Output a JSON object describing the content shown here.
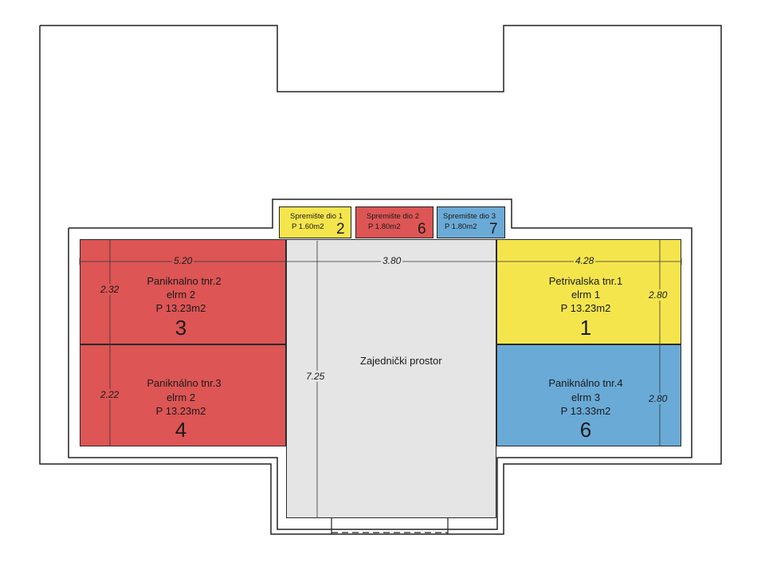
{
  "plan": {
    "colors": {
      "red": "#dd5555",
      "yellow": "#f5e54d",
      "blue": "#6aaad6",
      "gray": "#e5e5e5"
    },
    "common_area": {
      "label": "Zajednički prostor"
    },
    "rooms": {
      "room_3": {
        "name": "Paniknalno tnr.2",
        "elrm": "elrm 2",
        "area": "P 13.23m2",
        "number": "3"
      },
      "room_4": {
        "name": "Paniknálno tnr.3",
        "elrm": "elrm 2",
        "area": "P 13.23m2",
        "number": "4"
      },
      "room_1": {
        "name": "Petrivalska tnr.1",
        "elrm": "elrm 1",
        "area": "P 13.23m2",
        "number": "1"
      },
      "room_6": {
        "name": "Paniknálno tnr.4",
        "elrm": "elrm 3",
        "area": "P 13.33m2",
        "number": "6"
      }
    },
    "storage": {
      "s1": {
        "name": "Spremište dio 1",
        "area": "P 1.60m2",
        "number": "2"
      },
      "s2": {
        "name": "Spremište dio 2",
        "area": "P 1.80m2",
        "number": "6"
      },
      "s3": {
        "name": "Spremište dio 3",
        "area": "P 1.80m2",
        "number": "7"
      }
    },
    "dimensions": {
      "left_width": "5.20",
      "center_width": "3.80",
      "right_width": "4.28",
      "left_top_height": "2.32",
      "left_bottom_height": "2.22",
      "center_height": "7.25",
      "right_top_height": "2.80",
      "right_bottom_height": "2.80"
    }
  }
}
